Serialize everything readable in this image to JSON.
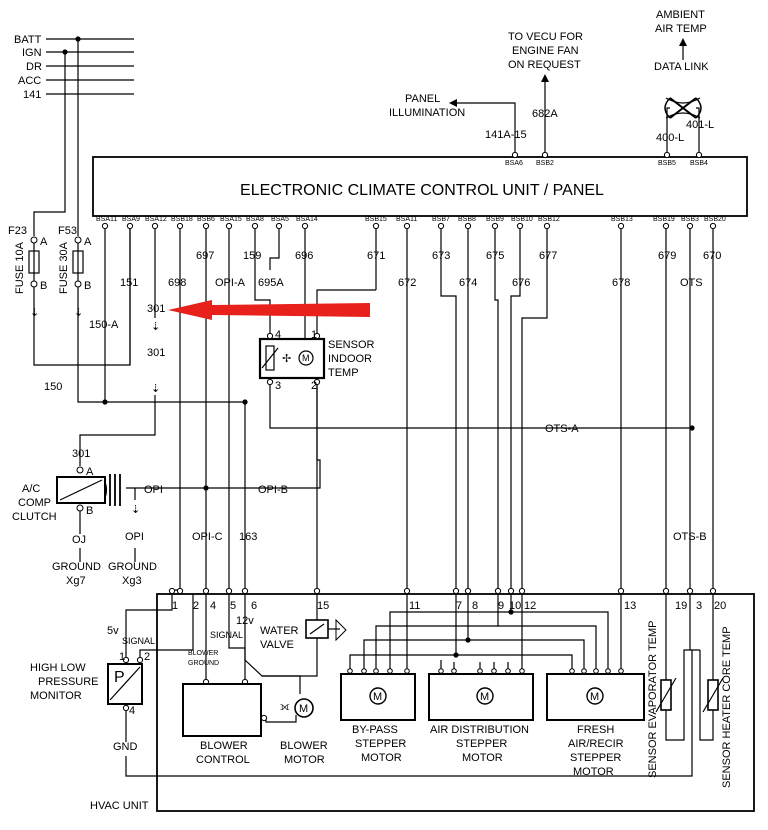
{
  "supply_lines": [
    "BATT",
    "IGN",
    "DR",
    "ACC",
    "141"
  ],
  "fuses": [
    {
      "id": "F23",
      "rating": "FUSE 10A",
      "pin_a": "A",
      "pin_b": "B"
    },
    {
      "id": "F53",
      "rating": "FUSE 30A",
      "pin_a": "A",
      "pin_b": "B"
    }
  ],
  "ecu": {
    "title": "ELECTRONIC CLIMATE CONTROL UNIT / PANEL",
    "top_pins": [
      "BSA6",
      "BSB2",
      "BSB5",
      "BSB4"
    ],
    "bottom_pins": [
      "BSA11",
      "BSA9",
      "BSA12",
      "BSB18",
      "BSB6",
      "BSA15",
      "BSA8",
      "BSA5",
      "BSA14",
      "BSB15",
      "BSA11",
      "BSB7",
      "BSB8",
      "BSB9",
      "BSB10",
      "BSB12",
      "BSB13",
      "BSB19",
      "BSB3",
      "BSB20"
    ]
  },
  "top_labels": {
    "panel_illumination": [
      "PANEL",
      "ILLUMINATION"
    ],
    "vecu": [
      "TO VECU FOR",
      "ENGINE FAN",
      "ON REQUEST"
    ],
    "ambient": [
      "AMBIENT",
      "AIR TEMP"
    ],
    "data_link": "DATA LINK",
    "wire_141a": "141A-15",
    "wire_682a": "682A",
    "wire_400l": "400-L",
    "wire_401l": "401-L"
  },
  "wires": {
    "w151": "151",
    "w150a": "150-A",
    "w150": "150",
    "w301a": "301",
    "w301b": "301",
    "w301c": "301",
    "w698": "698",
    "w697": "697",
    "w159": "159",
    "w696": "696",
    "w695a": "695A",
    "w671": "671",
    "w672": "672",
    "w673": "673",
    "w674": "674",
    "w675": "675",
    "w676": "676",
    "w677": "677",
    "w678": "678",
    "w679": "679",
    "w670": "670",
    "wots": "OTS",
    "opia": "OPI-A",
    "opib": "OPI-B",
    "opic": "OPI-C",
    "opi": "OPI",
    "opi2": "OPI",
    "w163": "163",
    "otsa": "OTS-A",
    "otsb": "OTS-B",
    "oj": "OJ"
  },
  "sensor_indoor": {
    "label": [
      "SENSOR",
      "INDOOR",
      "TEMP"
    ],
    "pins": [
      "4",
      "1",
      "3",
      "2"
    ],
    "motor_symbol": "M"
  },
  "ac_clutch": {
    "label": [
      "A/C",
      "COMP",
      "CLUTCH"
    ],
    "pin_a": "A",
    "pin_b": "B"
  },
  "grounds": [
    {
      "label": "GROUND",
      "code": "Xg7"
    },
    {
      "label": "GROUND",
      "code": "Xg3"
    }
  ],
  "hvac": {
    "unit_label": "HVAC UNIT",
    "connector_pins": [
      "1",
      "2",
      "4",
      "5",
      "6",
      "15",
      "11",
      "7",
      "8",
      "9",
      "10",
      "12",
      "13",
      "19",
      "3",
      "20"
    ],
    "pressure_monitor": {
      "label": [
        "HIGH LOW",
        "PRESSURE",
        "MONITOR"
      ],
      "symbol": "P",
      "pins": [
        "1",
        "2",
        "4"
      ],
      "v5": "5v",
      "signal": "SIGNAL",
      "gnd": "GND"
    },
    "blower_signal": "SIGNAL",
    "blower_ground": [
      "BLOWER",
      "GROUND"
    ],
    "v12": "12v",
    "water_valve": [
      "WATER",
      "VALVE"
    ],
    "blower_control": [
      "BLOWER",
      "CONTROL"
    ],
    "blower_motor": [
      "BLOWER",
      "MOTOR"
    ],
    "bypass_motor": [
      "BY-PASS",
      "STEPPER",
      "MOTOR"
    ],
    "air_dist_motor": [
      "AIR DISTRIBUTION",
      "STEPPER",
      "MOTOR"
    ],
    "fresh_motor": [
      "FRESH",
      "AIR/RECIR",
      "STEPPER",
      "MOTOR"
    ],
    "motor_symbol": "M",
    "sensor_evap": "SENSOR EVAPORATOR TEMP",
    "sensor_heater": "SENSOR HEATER CORE TEMP"
  },
  "colors": {
    "arrow": "#e8211c",
    "line": "#000000"
  }
}
